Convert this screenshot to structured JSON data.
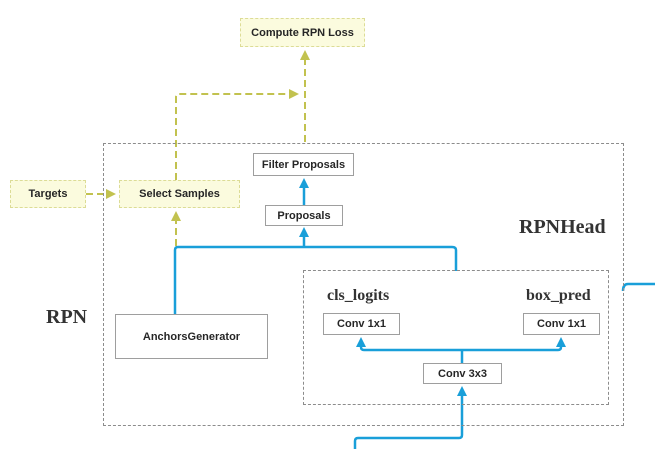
{
  "diagram": {
    "title": "RPN architecture flow diagram",
    "containers": {
      "rpn": {
        "label": "RPN"
      },
      "rpnhead": {
        "label": "RPNHead"
      }
    },
    "section_labels": {
      "cls_logits": {
        "label": "cls_logits"
      },
      "box_pred": {
        "label": "box_pred"
      }
    },
    "nodes": {
      "compute_rpn_loss": {
        "label": "Compute RPN Loss",
        "style": "yellow-dashed"
      },
      "targets": {
        "label": "Targets",
        "style": "yellow-dashed"
      },
      "select_samples": {
        "label": "Select Samples",
        "style": "yellow-dashed"
      },
      "filter_proposals": {
        "label": "Filter Proposals",
        "style": "white-solid"
      },
      "proposals": {
        "label": "Proposals",
        "style": "white-solid"
      },
      "anchors_generator": {
        "label": "AnchorsGenerator",
        "style": "white-solid"
      },
      "conv1x1_cls": {
        "label": "Conv 1x1",
        "style": "white-solid"
      },
      "conv1x1_box": {
        "label": "Conv 1x1",
        "style": "white-solid"
      },
      "conv3x3": {
        "label": "Conv 3x3",
        "style": "white-solid"
      }
    },
    "edges": [
      {
        "name": "anchors-and-head-to-bus",
        "color": "flow_blue",
        "style": "solid"
      },
      {
        "name": "bus-to-proposals",
        "color": "flow_blue",
        "style": "solid"
      },
      {
        "name": "proposals-to-filter-proposals",
        "color": "flow_blue",
        "style": "solid"
      },
      {
        "name": "conv3x3-to-conv1x1-cls",
        "color": "flow_blue",
        "style": "solid"
      },
      {
        "name": "conv3x3-to-conv1x1-box",
        "color": "flow_blue",
        "style": "solid"
      },
      {
        "name": "backbone-input-to-conv3x3",
        "color": "flow_blue",
        "style": "solid"
      },
      {
        "name": "right-edge-stub",
        "color": "flow_blue",
        "style": "solid"
      },
      {
        "name": "targets-to-select-samples",
        "color": "loss_olive",
        "style": "dashed"
      },
      {
        "name": "bus-to-select-samples",
        "color": "loss_olive",
        "style": "dashed"
      },
      {
        "name": "select-samples-to-loss-junction",
        "color": "loss_olive",
        "style": "dashed"
      },
      {
        "name": "junction-to-compute-rpn-loss",
        "color": "loss_olive",
        "style": "dashed"
      }
    ],
    "colors": {
      "flow_blue": "#199FD9",
      "loss_olive": "#C2C24F",
      "node_yellow_fill": "#FBFBDE",
      "node_yellow_border": "#DCDC96",
      "node_border_gray": "#9E9E9E",
      "container_border_gray": "#8C8C8C",
      "text": "#262626"
    }
  }
}
